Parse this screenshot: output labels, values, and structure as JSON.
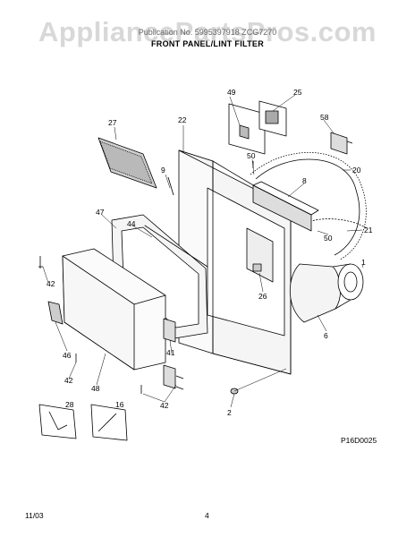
{
  "header": {
    "watermark": "AppliancePartsPros.com",
    "model_line": "Publication No. 5995397918       ZCG7270",
    "section_title": "FRONT PANEL/LINT FILTER"
  },
  "diagram_code": "P16D0025",
  "footer": {
    "date": "11/03",
    "page": "4"
  },
  "callouts": [
    "49",
    "25",
    "22",
    "27",
    "58",
    "9",
    "50",
    "20",
    "8",
    "47",
    "44",
    "21",
    "50",
    "1",
    "42",
    "26",
    "6",
    "46",
    "41",
    "42",
    "48",
    "28",
    "16",
    "42",
    "2"
  ]
}
